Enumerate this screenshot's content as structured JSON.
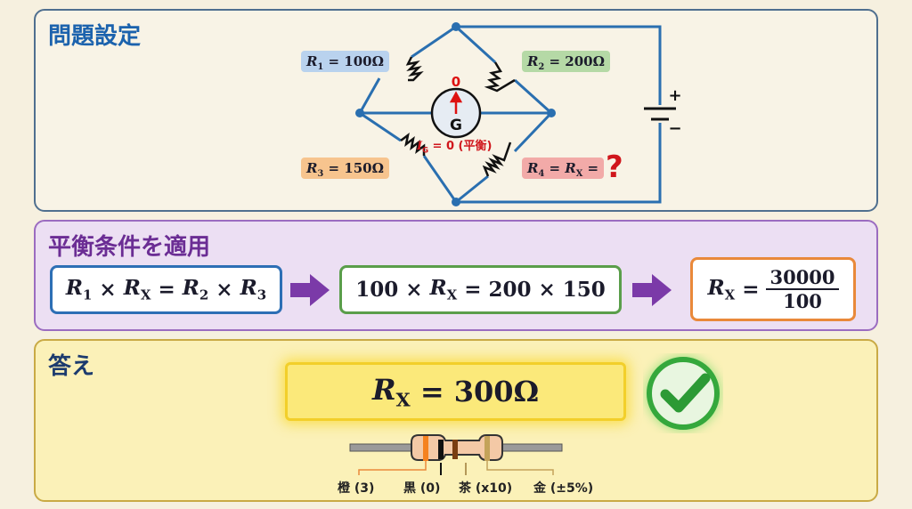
{
  "sections": {
    "problem": "問題設定",
    "apply": "平衡条件を適用",
    "answer": "答え"
  },
  "circuit": {
    "r1": {
      "sym": "R",
      "sub": "1",
      "rest": " = 100Ω"
    },
    "r2": {
      "sym": "R",
      "sub": "2",
      "rest": " = 200Ω"
    },
    "r3": {
      "sym": "R",
      "sub": "3",
      "rest": " = 150Ω"
    },
    "r4": {
      "sym": "R",
      "sub": "4",
      "mid": " = ",
      "sym2": "R",
      "sub2": "X",
      "rest": " ="
    },
    "unknown": "?",
    "galvanometer": "G",
    "galv_reading": "0",
    "ig": {
      "sym": "I",
      "sub": "G",
      "rest": " = 0 (平衡)"
    },
    "battery_plus": "+",
    "battery_minus": "−"
  },
  "equations": [
    [
      {
        "v": "R",
        "s": "1"
      },
      {
        "t": " × "
      },
      {
        "v": "R",
        "s": "X"
      },
      {
        "t": " = "
      },
      {
        "v": "R",
        "s": "2"
      },
      {
        "t": " × "
      },
      {
        "v": "R",
        "s": "3"
      }
    ],
    [
      {
        "t": "100 × "
      },
      {
        "v": "R",
        "s": "X"
      },
      {
        "t": " = 200 × 150"
      }
    ],
    [
      {
        "v": "R",
        "s": "X"
      },
      {
        "t": " ="
      },
      {
        "num": "30000",
        "den": "100"
      }
    ]
  ],
  "result": [
    {
      "v": "R",
      "s": "X"
    },
    {
      "t": " = 300Ω"
    }
  ],
  "color_code": [
    "橙 (3)",
    "黒 (0)",
    "茶 (x10)",
    "金 (±5%)"
  ],
  "colors": {
    "wire": "#2a6fb0",
    "orange": "#f58220",
    "black": "#111111",
    "brown": "#7a3e12",
    "gold": "#c4a35a",
    "check": "#2fa83a"
  }
}
